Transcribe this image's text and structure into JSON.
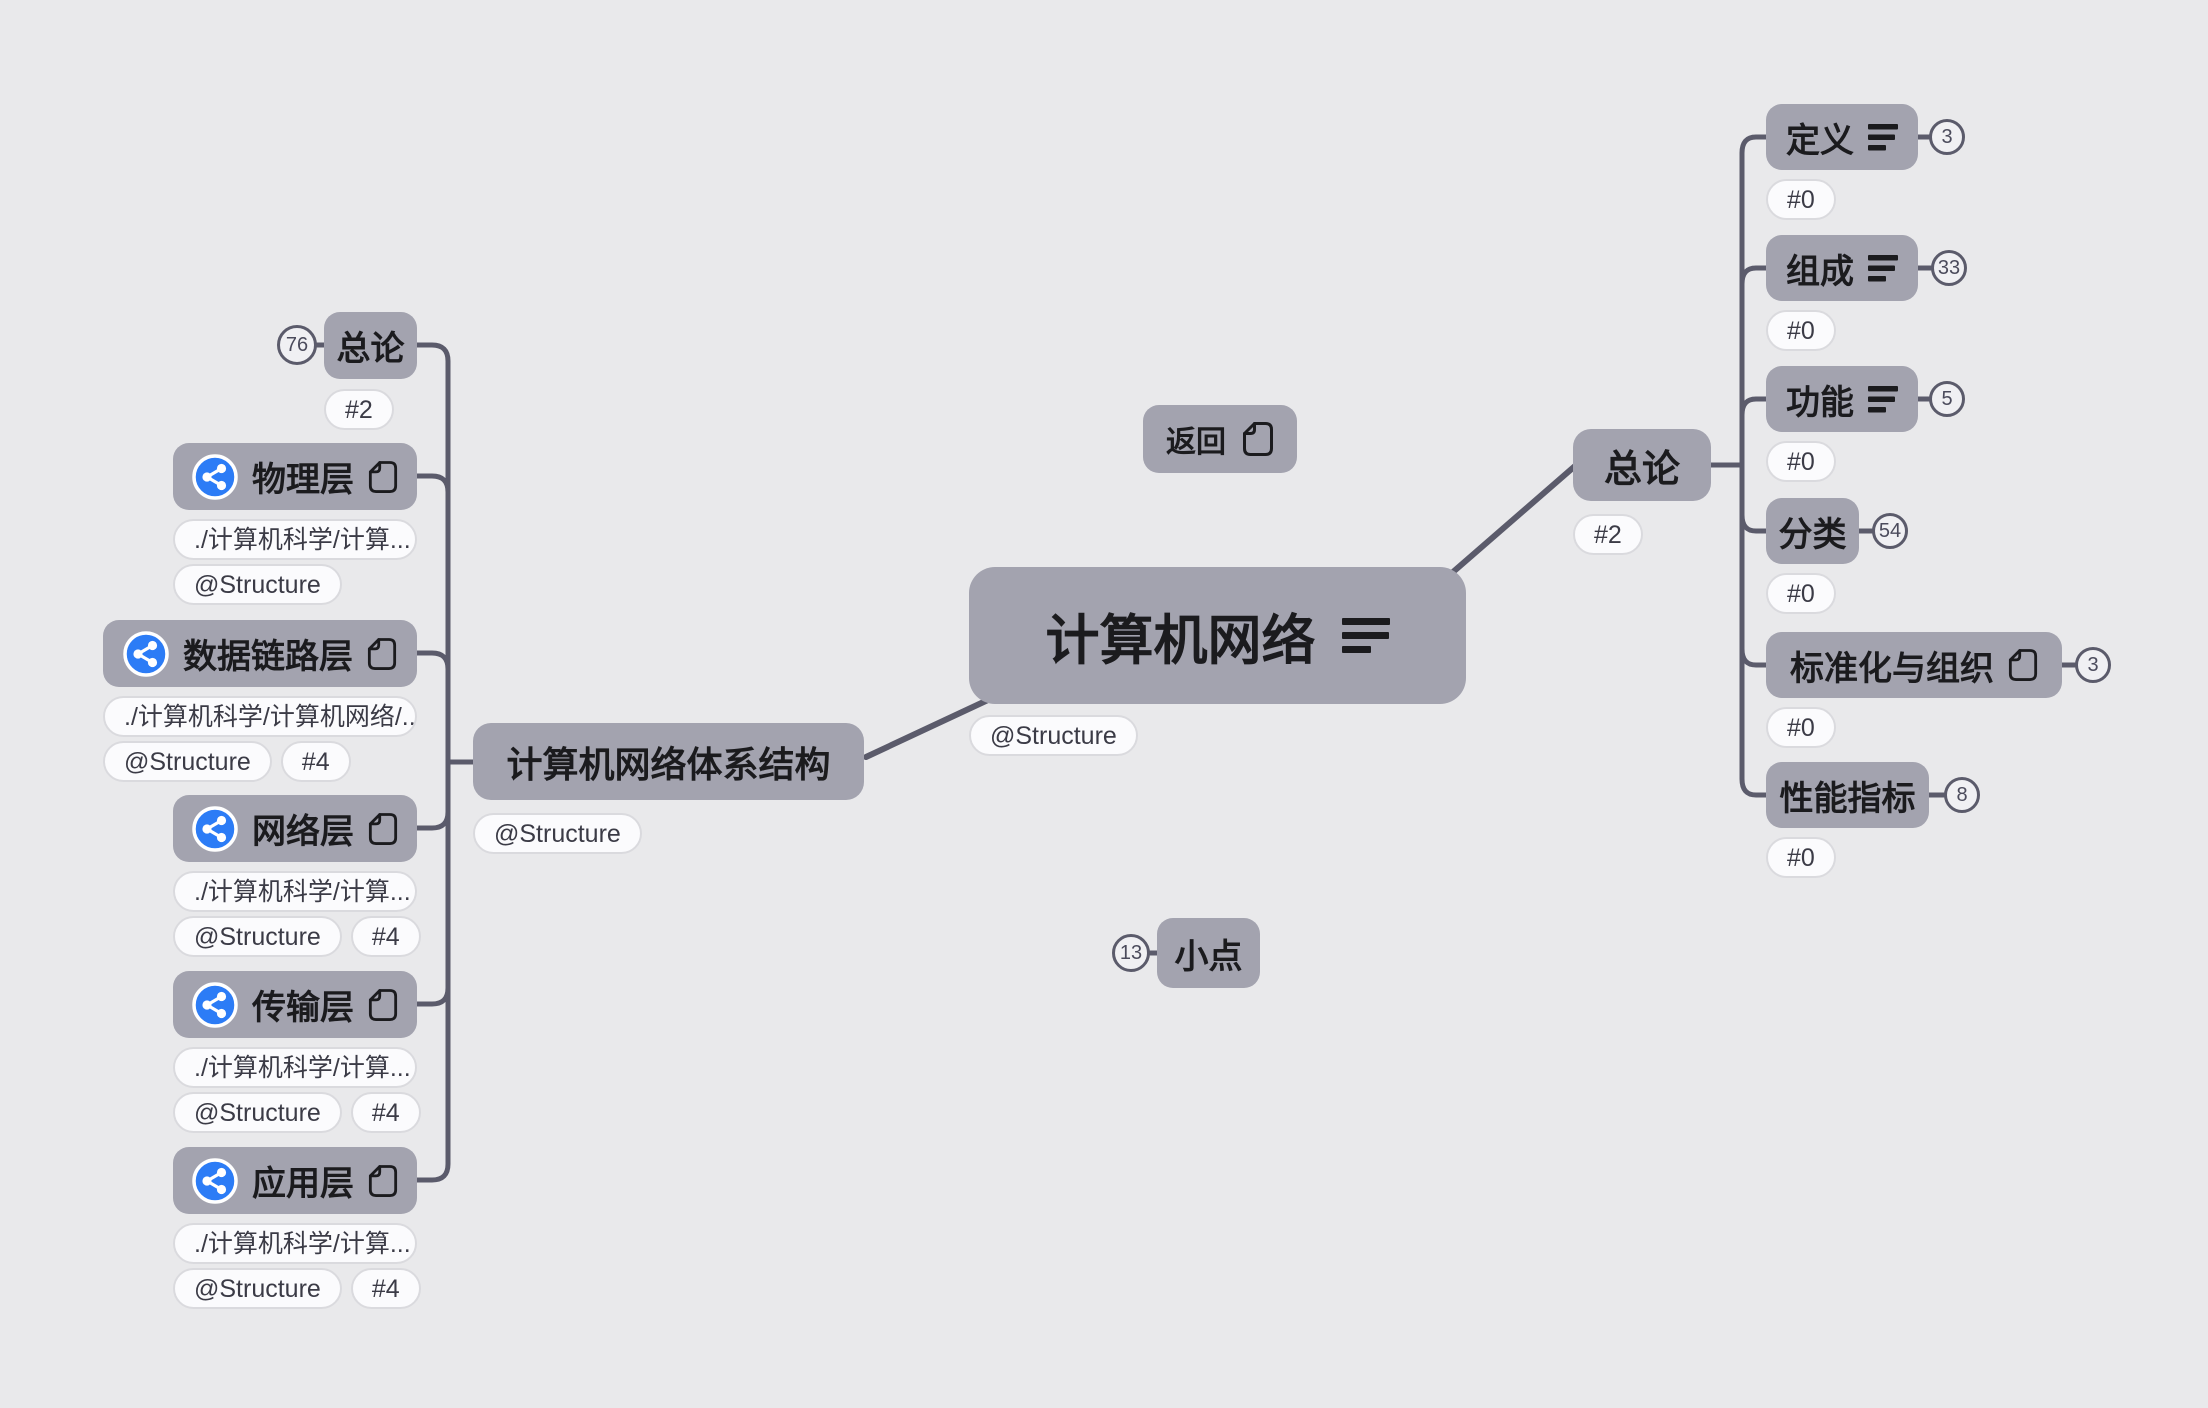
{
  "colors": {
    "background": "#e9e9eb",
    "node_fill": "#a3a3af",
    "line": "#5b5b6b",
    "accent_blue": "#2c7cf6",
    "pill_bg": "#fbfbfd",
    "node_text": "#1b1b1e"
  },
  "back_button": {
    "label": "返回",
    "icon": "copy-icon"
  },
  "center": {
    "label": "计算机网络",
    "icon": "list-icon",
    "tag": "@Structure"
  },
  "floating": {
    "label": "小点",
    "badge": "13"
  },
  "left": {
    "root": {
      "label": "计算机网络体系结构",
      "tag": "@Structure"
    },
    "children": [
      {
        "label": "总论",
        "badge": "76",
        "tags": [
          "#2"
        ]
      },
      {
        "label": "物理层",
        "icons": [
          "share-icon",
          "copy-icon"
        ],
        "path": "./计算机科学/计算...",
        "tags": [
          "@Structure"
        ]
      },
      {
        "label": "数据链路层",
        "icons": [
          "share-icon",
          "copy-icon"
        ],
        "path": "./计算机科学/计算机网络/...",
        "tags": [
          "@Structure",
          "#4"
        ]
      },
      {
        "label": "网络层",
        "icons": [
          "share-icon",
          "copy-icon"
        ],
        "path": "./计算机科学/计算...",
        "tags": [
          "@Structure",
          "#4"
        ]
      },
      {
        "label": "传输层",
        "icons": [
          "share-icon",
          "copy-icon"
        ],
        "path": "./计算机科学/计算...",
        "tags": [
          "@Structure",
          "#4"
        ]
      },
      {
        "label": "应用层",
        "icons": [
          "share-icon",
          "copy-icon"
        ],
        "path": "./计算机科学/计算...",
        "tags": [
          "@Structure",
          "#4"
        ]
      }
    ]
  },
  "right": {
    "root": {
      "label": "总论",
      "tags": [
        "#2"
      ]
    },
    "children": [
      {
        "label": "定义",
        "icon": "list-icon",
        "badge": "3",
        "tags": [
          "#0"
        ]
      },
      {
        "label": "组成",
        "icon": "list-icon",
        "badge": "33",
        "tags": [
          "#0"
        ]
      },
      {
        "label": "功能",
        "icon": "list-icon",
        "badge": "5",
        "tags": [
          "#0"
        ]
      },
      {
        "label": "分类",
        "badge": "54",
        "tags": [
          "#0"
        ]
      },
      {
        "label": "标准化与组织",
        "icon": "copy-icon",
        "badge": "3",
        "tags": [
          "#0"
        ]
      },
      {
        "label": "性能指标",
        "badge": "8",
        "tags": [
          "#0"
        ]
      }
    ]
  }
}
